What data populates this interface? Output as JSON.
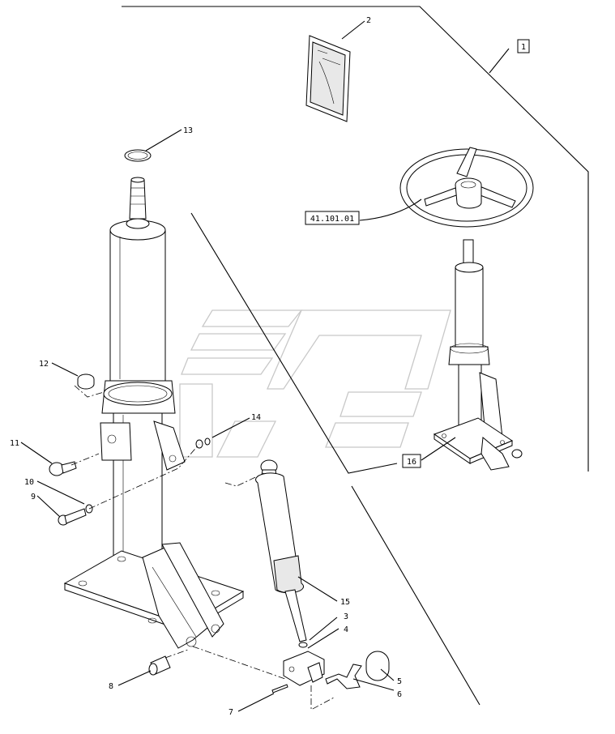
{
  "diagram": {
    "callouts": [
      {
        "id": "c1",
        "text": "1"
      },
      {
        "id": "c2",
        "text": "2"
      },
      {
        "id": "c3",
        "text": "3"
      },
      {
        "id": "c4",
        "text": "4"
      },
      {
        "id": "c5",
        "text": "5"
      },
      {
        "id": "c6",
        "text": "6"
      },
      {
        "id": "c7",
        "text": "7"
      },
      {
        "id": "c8",
        "text": "8"
      },
      {
        "id": "c9",
        "text": "9"
      },
      {
        "id": "c10",
        "text": "10"
      },
      {
        "id": "c11",
        "text": "11"
      },
      {
        "id": "c12",
        "text": "12"
      },
      {
        "id": "c13",
        "text": "13"
      },
      {
        "id": "c14",
        "text": "14"
      },
      {
        "id": "c15",
        "text": "15"
      },
      {
        "id": "c16",
        "text": "16"
      }
    ],
    "reference_box": "41.101.01"
  }
}
